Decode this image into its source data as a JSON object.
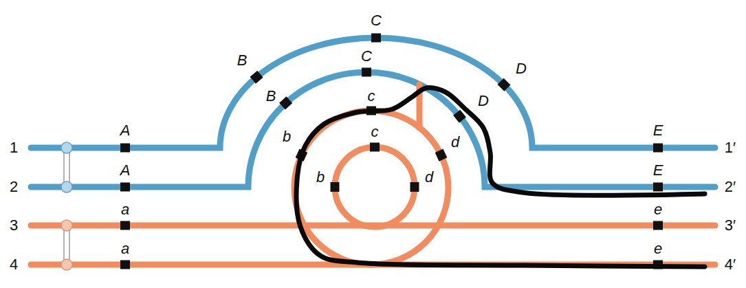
{
  "diagram": {
    "labels": [
      "1",
      "2",
      "3",
      "4",
      "1′",
      "2′",
      "3′",
      "4′",
      "A",
      "A",
      "a",
      "a",
      "E",
      "E",
      "e",
      "e",
      "B",
      "C",
      "D",
      "B",
      "C",
      "D",
      "b",
      "c",
      "d",
      "b",
      "c",
      "d"
    ]
  }
}
